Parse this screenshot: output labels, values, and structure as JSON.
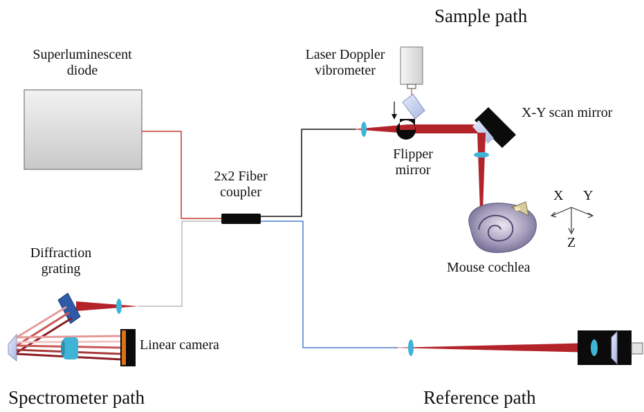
{
  "labels": {
    "sample_path": "Sample path",
    "superluminescent_line1": "Superluminescent",
    "superluminescent_line2": "diode",
    "ldv_line1": "Laser Doppler",
    "ldv_line2": "vibrometer",
    "xy_scan_mirror": "X-Y scan mirror",
    "flipper_line1": "Flipper",
    "flipper_line2": "mirror",
    "fiber_coupler_line1": "2x2 Fiber",
    "fiber_coupler_line2": "coupler",
    "axis_x": "X",
    "axis_y": "Y",
    "axis_z": "Z",
    "diffraction_line1": "Diffraction",
    "diffraction_line2": "grating",
    "mouse_cochlea": "Mouse cochlea",
    "linear_camera": "Linear camera",
    "spectrometer_path": "Spectrometer path",
    "reference_path": "Reference path"
  },
  "colors": {
    "beam_red": "#b3232a",
    "fiber_red": "#c0392b",
    "fiber_black": "#111111",
    "fiber_blue": "#4a7fd0",
    "fiber_gray": "#b8b8b8",
    "lens_cyan": "#3fb4d6",
    "source_box": "#d8d8d8",
    "grating_blue": "#2e5aa8",
    "camera_orange": "#d9731a",
    "mirror_light": "#b9c4e6"
  }
}
